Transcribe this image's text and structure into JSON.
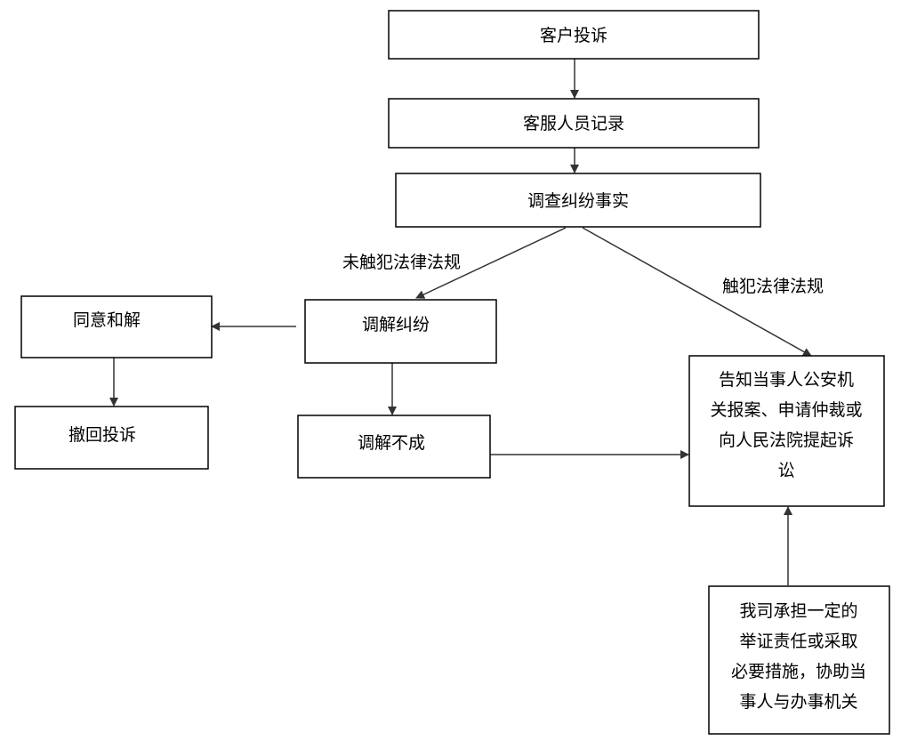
{
  "nodes": {
    "complaint": [
      "客户投诉"
    ],
    "record": [
      "客服人员记录"
    ],
    "investigate": [
      "调查纠纷事实"
    ],
    "agree": [
      "同意和解"
    ],
    "mediate": [
      "调解纠纷"
    ],
    "withdraw": [
      "撤回投诉"
    ],
    "fail": [
      "调解不成"
    ],
    "inform": [
      "告知当事人公安机",
      "关报案、申请仲裁或",
      "向人民法院提起诉",
      "讼"
    ],
    "evidence": [
      "我司承担一定的",
      "举证责任或采取",
      "必要措施，协助当",
      "事人与办事机关"
    ]
  },
  "edge_labels": {
    "not_violating": "未触犯法律法规",
    "violating": "触犯法律法规"
  },
  "colors": {
    "stroke": "#000000",
    "arrow": "#333333",
    "background": "#ffffff"
  }
}
